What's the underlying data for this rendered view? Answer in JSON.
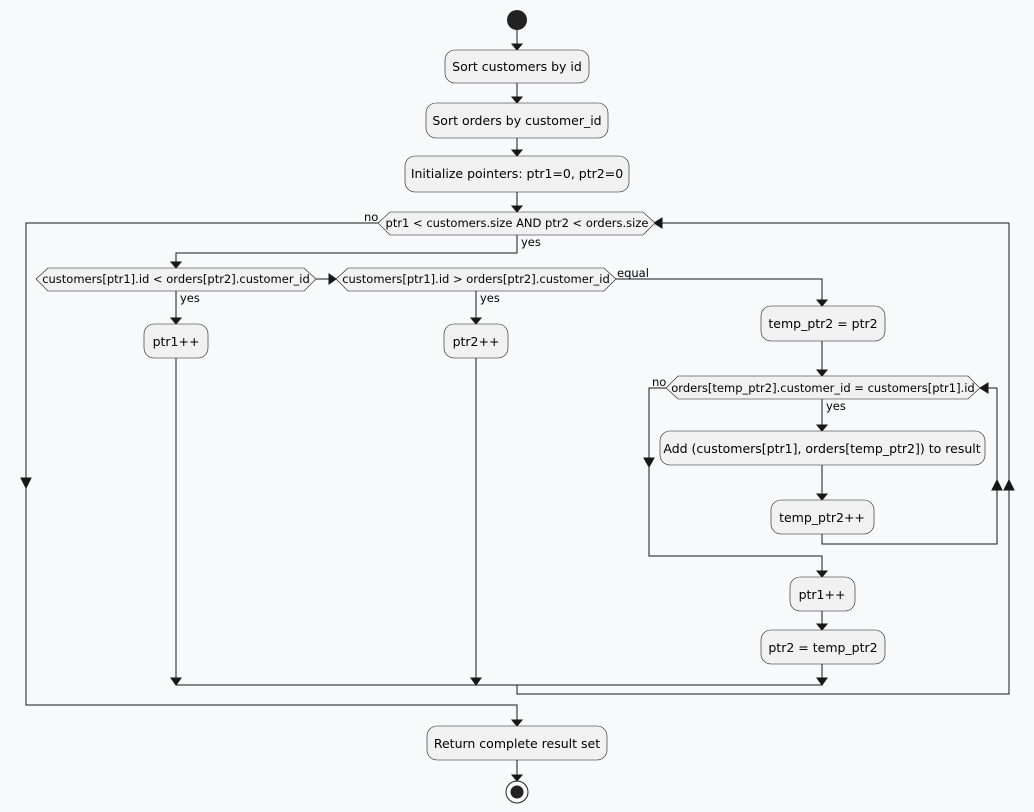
{
  "nodes": {
    "sort_customers": "Sort customers by id",
    "sort_orders": "Sort orders by customer_id",
    "init_pointers": "Initialize pointers: ptr1=0, ptr2=0",
    "loop_cond": "ptr1 < customers.size AND ptr2 < orders.size",
    "cond_less": "customers[ptr1].id < orders[ptr2].customer_id",
    "cond_greater": "customers[ptr1].id > orders[ptr2].customer_id",
    "inc_ptr1_a": "ptr1++",
    "inc_ptr2": "ptr2++",
    "temp_assign": "temp_ptr2 = ptr2",
    "inner_cond": "orders[temp_ptr2].customer_id = customers[ptr1].id",
    "add_result": "Add (customers[ptr1], orders[temp_ptr2]) to result",
    "inc_temp": "temp_ptr2++",
    "inc_ptr1_b": "ptr1++",
    "restore_ptr2": "ptr2 = temp_ptr2",
    "return_result": "Return complete result set"
  },
  "labels": {
    "loop_no": "no",
    "loop_yes": "yes",
    "less_yes": "yes",
    "greater_yes": "yes",
    "equal": "equal",
    "inner_no": "no",
    "inner_yes": "yes"
  }
}
